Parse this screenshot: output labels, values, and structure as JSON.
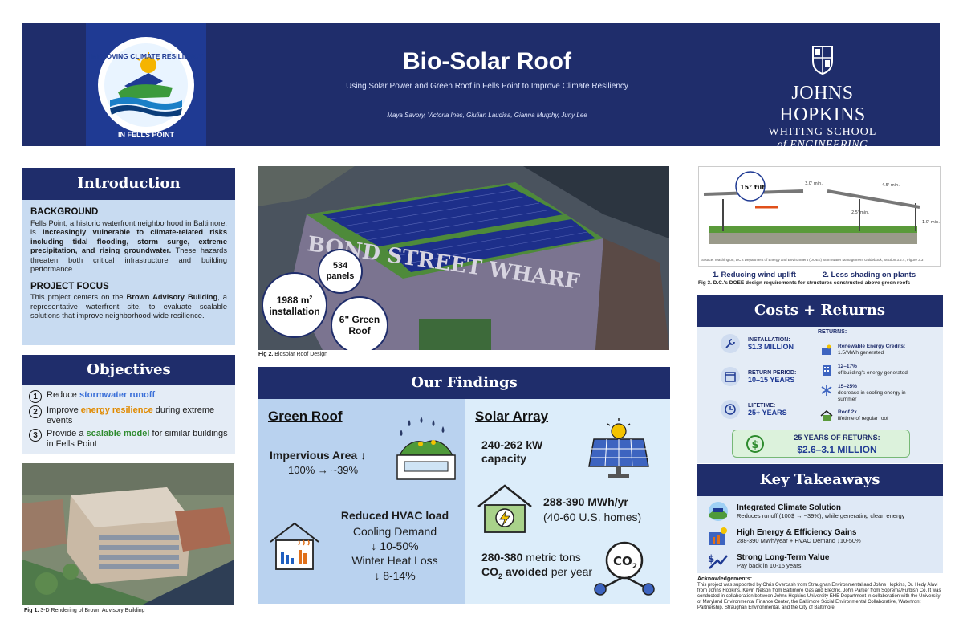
{
  "header": {
    "title": "Bio-Solar Roof",
    "subtitle": "Using Solar Power and Green Roof in Fells Point to Improve Climate Resiliency",
    "authors": "Maya Savory, Victoria Ines, Giulian Laudisa, Gianna Murphy, Juny Lee",
    "logo_top": "IMPROVING CLIMATE RESILIENCY",
    "logo_bottom": "IN FELLS POINT",
    "institution_line1": "JOHNS HOPKINS",
    "institution_line2": "WHITING SCHOOL",
    "institution_line3": "of ENGINEERING"
  },
  "introduction": {
    "heading": "Introduction",
    "background_heading": "BACKGROUND",
    "background_pre": "Fells Point, a historic waterfront neighborhood in Baltimore, is ",
    "background_bold": "increasingly vulnerable to climate-related risks including tidal flooding, storm surge, extreme precipitation, and rising groundwater.",
    "background_post": " These hazards threaten both critical infrastructure and building performance.",
    "focus_heading": "PROJECT FOCUS",
    "focus_pre": "This project centers on the ",
    "focus_bold": "Brown Advisory Building",
    "focus_post": ", a representative waterfront site, to evaluate scalable solutions that improve neighborhood-wide resilience."
  },
  "objectives": {
    "heading": "Objectives",
    "items": [
      {
        "num": "1",
        "pre": "Reduce ",
        "highlight": "stormwater runoff",
        "post": ""
      },
      {
        "num": "2",
        "pre": "Improve ",
        "highlight": "energy resilience",
        "post": " during extreme events"
      },
      {
        "num": "3",
        "pre": "Provide a ",
        "highlight": "scalable model",
        "post": " for similar buildings in Fells Point"
      }
    ]
  },
  "figures": {
    "fig1_caption_bold": "Fig 1.",
    "fig1_caption": " 3-D Rendering of Brown Advisory Building",
    "fig2_caption_bold": "Fig 2.",
    "fig2_caption": " Biosolar Roof Design",
    "fig2_sign": "BOND STREET WHARF",
    "bubble_panels": "534 panels",
    "bubble_install": "1988 m",
    "bubble_install_sup": "2",
    "bubble_install_post": "installation",
    "bubble_roof": "6\" Green Roof",
    "fig3_tilt": "15° tilt",
    "fig3_dim1": "3.0' min.",
    "fig3_dim2": "4.5' min.",
    "fig3_dim3": "2.5' min.",
    "fig3_dim4": "1.0' min.",
    "fig3_source": "Source: Washington, DC's Department of Energy and Environment (DOEE) Stormwater Management Guidebook, Section 3.2.4, Figure 3.3",
    "fig3_label1": "1. Reducing wind uplift",
    "fig3_label2": "2. Less shading on plants",
    "fig3_caption_bold": "Fig 3.",
    "fig3_caption": " D.C.'s DOEE design requirements for structures constructed above green roofs"
  },
  "findings": {
    "heading": "Our Findings",
    "green": {
      "title": "Green Roof",
      "impervious_title": "Impervious Area ↓",
      "impervious_value": "100% → ~39%",
      "hvac_title": "Reduced HVAC load",
      "cooling_label": "Cooling Demand",
      "cooling_value": "↓ 10-50%",
      "winter_label": "Winter Heat Loss",
      "winter_value": "↓ 8-14%"
    },
    "solar": {
      "title": "Solar Array",
      "capacity": "240-262 kW capacity",
      "energy_value": "288-390 MWh/yr",
      "energy_homes": "(40-60 U.S. homes)",
      "co2_pre": "280-380",
      "co2_unit": " metric tons ",
      "co2_bold": "CO",
      "co2_sub": "2",
      "co2_bold2": " avoided",
      "co2_post": " per year",
      "co2_icon_text": "CO",
      "co2_icon_sub": "2"
    }
  },
  "costs": {
    "heading": "Costs + Returns",
    "installation_label": "INSTALLATION:",
    "installation_value": "$1.3 MILLION",
    "return_label": "RETURN PERIOD:",
    "return_value": "10–15 YEARS",
    "lifetime_label": "LIFETIME:",
    "lifetime_value": "25+ YEARS",
    "returns_heading": "RETURNS:",
    "returns": [
      {
        "title": "Renewable Energy Credits:",
        "text": "1.5/MWh generated"
      },
      {
        "title": "12–17%",
        "text": "of building's energy generated"
      },
      {
        "title": "15–25%",
        "text": "decrease in cooling energy in summer"
      },
      {
        "title": "Roof 2x",
        "text": "lifetime of regular roof"
      }
    ],
    "total_label": "25 YEARS OF RETURNS:",
    "total_value": "$2.6–3.1 MILLION"
  },
  "takeaways": {
    "heading": "Key Takeaways",
    "items": [
      {
        "title": "Integrated Climate Solution",
        "text": "Reduces runoff (100$ → ~39%), while generating clean energy"
      },
      {
        "title": "High Energy & Efficiency Gains",
        "text": "288-390 MWh/year + HVAC Demand ↓10-50%"
      },
      {
        "title": "Strong Long-Term Value",
        "text": "Pay back in 10-15 years"
      }
    ]
  },
  "acknowledgements": {
    "heading": "Acknowledgements:",
    "text": "This project was supported by Chris Overcash from Straughan Environmental and Johns Hopkins, Dr. Hedy Alavi from Johns Hopkins, Kevin Nelson from Baltimore Gas and Electric, John Parker from Soprema/Furbish Co. It was conducted in collaboration between Johns Hopkins University EHE Department in collaboration with the University of Maryland Environmental Finance Center, the Baltimore Social Environmental Collaborative, Waterfront Partnership, Straughan Environmental, and the City of Baltimore"
  },
  "colors": {
    "navy": "#1f2d6b",
    "light_blue": "#c8dbf1",
    "accent_blue": "#3a6fd8",
    "accent_orange": "#e08a00",
    "accent_green": "#2e8b2e"
  }
}
